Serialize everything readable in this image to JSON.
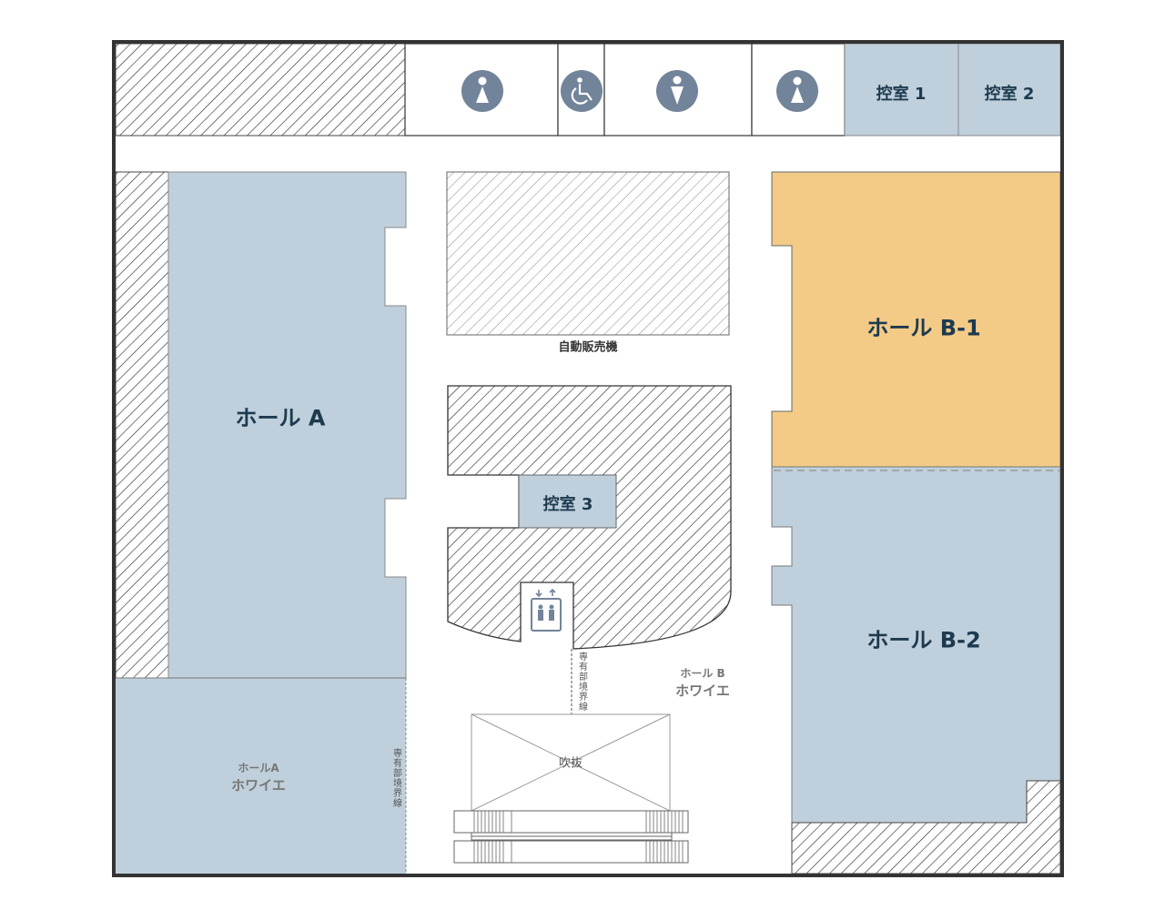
{
  "map": {
    "colors": {
      "room_blue": "#bfd0dc",
      "room_selected": "#f3cb87",
      "wall": "#333333",
      "icon": "#72849a",
      "text_dark": "#1d3a4f"
    },
    "rooms": {
      "hall_a": "ホール A",
      "hall_b1": "ホール B-1",
      "hall_b2": "ホール B-2",
      "waiting_1": "控室 1",
      "waiting_2": "控室 2",
      "waiting_3": "控室 3"
    },
    "labels": {
      "vending": "自動販売機",
      "void": "吹抜",
      "boundary_line": "専有部境界線",
      "foyer_a_sub": "ホールA",
      "foyer_a_main": "ホワイエ",
      "foyer_b_sub": "ホール B",
      "foyer_b_main": "ホワイエ"
    },
    "icons": [
      "female-restroom-icon",
      "wheelchair-accessible-icon",
      "male-restroom-icon",
      "female-restroom-icon",
      "elevator-icon"
    ],
    "selected_room": "ホール B-1"
  }
}
